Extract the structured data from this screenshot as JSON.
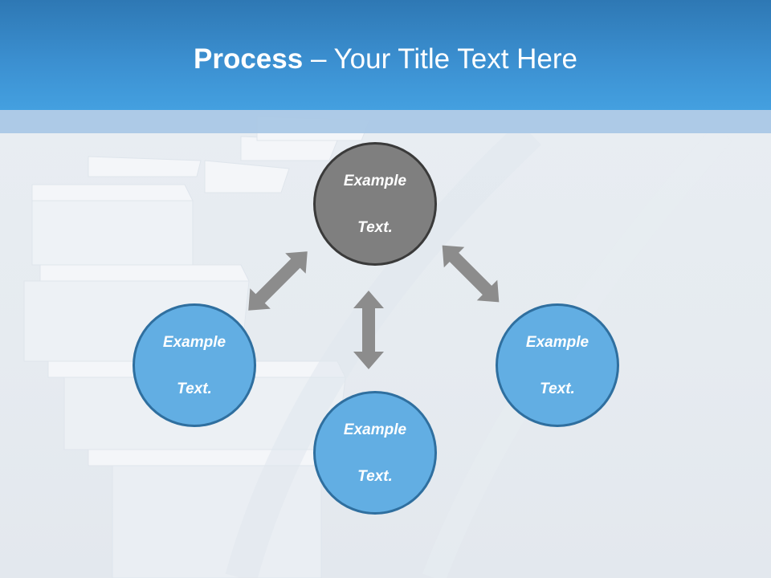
{
  "slide": {
    "title_bold": "Process",
    "title_rest": " – Your Title Text Here"
  },
  "nodes": {
    "top": {
      "line1": "Example",
      "line2": "Text."
    },
    "left": {
      "line1": "Example",
      "line2": "Text."
    },
    "bottom": {
      "line1": "Example",
      "line2": "Text."
    },
    "right": {
      "line1": "Example",
      "line2": "Text."
    }
  },
  "colors": {
    "header": "#3b8fd0",
    "center_node": "#7f7f7f",
    "outer_nodes": "#62aee3",
    "arrows": "#8c8c8c"
  }
}
